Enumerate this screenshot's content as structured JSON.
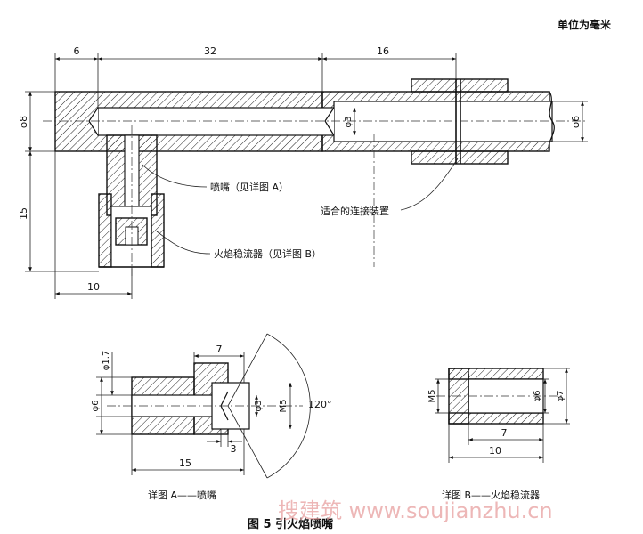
{
  "units_note": "单位为毫米",
  "main_view": {
    "dim_top_6": "6",
    "dim_top_32": "32",
    "dim_top_16": "16",
    "dim_phi8": "φ8",
    "dim_15": "15",
    "dim_10": "10",
    "dim_phi3": "φ3",
    "dim_phi6": "φ6",
    "label_nozzle": "喷嘴（见详图 A）",
    "label_connector": "适合的连接装置",
    "label_stabilizer": "火焰稳流器（见详图 B）"
  },
  "detail_a": {
    "dim_phi1_7": "φ1.7",
    "dim_phi6": "φ6",
    "dim_7": "7",
    "dim_phi3": "φ3",
    "dim_m5": "M5",
    "dim_angle": "120°",
    "dim_3": "3",
    "dim_15": "15",
    "caption": "详图 A——喷嘴"
  },
  "detail_b": {
    "dim_m5": "M5",
    "dim_phi6": "φ6",
    "dim_phi7": "φ7",
    "dim_7": "7",
    "dim_10": "10",
    "caption": "详图 B——火焰稳流器"
  },
  "figure_caption": "图 5   引火焰喷嘴",
  "watermark": "搜建筑 www.soujianzhu.cn"
}
